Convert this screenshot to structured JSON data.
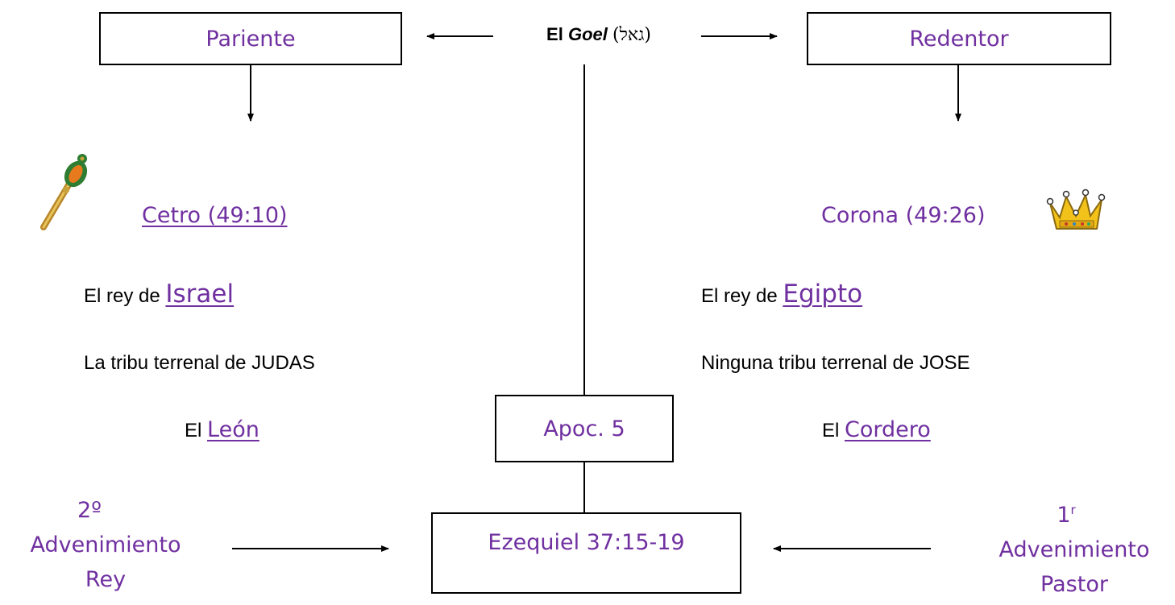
{
  "goel": {
    "prefix": "El ",
    "word": "Goel",
    "hebrew": "(גאל)"
  },
  "left_box": "Pariente",
  "right_box": "Redentor",
  "center_box": "Apoc. 5",
  "bottom_box": "Ezequiel 37:15-19",
  "left": {
    "cetro": "Cetro (49:10)",
    "rey_prefix": "El rey de ",
    "rey_name": "Israel",
    "tribu": "La tribu terrenal de JUDAS",
    "animal_prefix": "El ",
    "animal": "León",
    "adv_number": "2º",
    "adv_word": "Advenimiento",
    "adv_role": "Rey"
  },
  "right": {
    "corona": "Corona (49:26)",
    "rey_prefix": "El rey de ",
    "rey_name": "Egipto",
    "tribu": "Ninguna tribu terrenal de JOSE",
    "animal_prefix": "El ",
    "animal": "Cordero",
    "adv_number": "1",
    "adv_sup": "r",
    "adv_word": "Advenimiento",
    "adv_role": "Pastor"
  },
  "icons": {
    "scepter": "scepter-icon",
    "crown": "crown-icon"
  },
  "colors": {
    "accent": "#7030a0",
    "text": "#000000",
    "scepter_gem": "#e87a1e",
    "scepter_gold": "#c8a23a",
    "crown_gold": "#f2c21b"
  }
}
